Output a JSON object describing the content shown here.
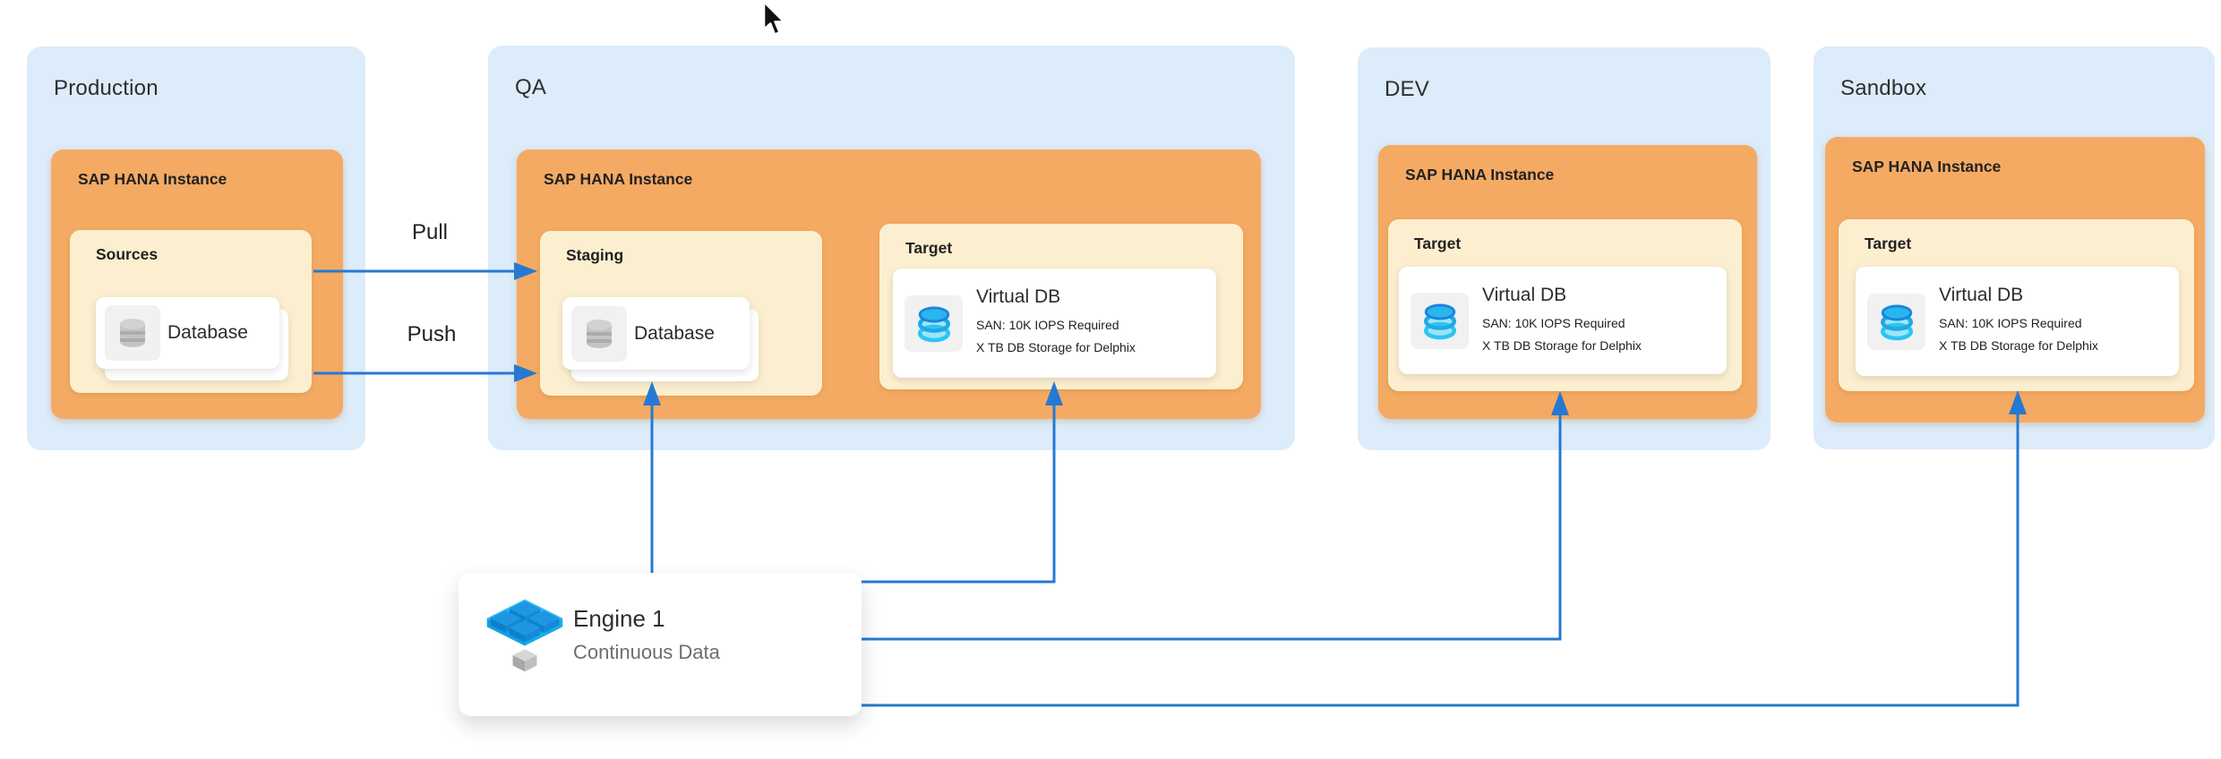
{
  "flows": {
    "pull": "Pull",
    "push": "Push"
  },
  "engine": {
    "name": "Engine 1",
    "product": "Continuous Data",
    "icon": "delphix-engine-icon"
  },
  "environments": [
    {
      "label": "Production",
      "instance": {
        "title": "SAP HANA Instance",
        "zones": [
          {
            "title": "Sources",
            "cards": [
              {
                "kind": "database",
                "icon": "database-icon",
                "title": "Database"
              }
            ]
          }
        ]
      }
    },
    {
      "label": "QA",
      "instance": {
        "title": "SAP HANA Instance",
        "zones": [
          {
            "title": "Staging",
            "cards": [
              {
                "kind": "database",
                "icon": "database-icon",
                "title": "Database"
              }
            ]
          },
          {
            "title": "Target",
            "cards": [
              {
                "kind": "virtual-db",
                "icon": "virtual-db-icon",
                "title": "Virtual DB",
                "details": [
                  "SAN: 10K IOPS Required",
                  "X TB DB Storage for Delphix"
                ]
              }
            ]
          }
        ]
      }
    },
    {
      "label": "DEV",
      "instance": {
        "title": "SAP HANA Instance",
        "zones": [
          {
            "title": "Target",
            "cards": [
              {
                "kind": "virtual-db",
                "icon": "virtual-db-icon",
                "title": "Virtual DB",
                "details": [
                  "SAN: 10K IOPS Required",
                  "X TB DB Storage for Delphix"
                ]
              }
            ]
          }
        ]
      }
    },
    {
      "label": "Sandbox",
      "instance": {
        "title": "SAP HANA Instance",
        "zones": [
          {
            "title": "Target",
            "cards": [
              {
                "kind": "virtual-db",
                "icon": "virtual-db-icon",
                "title": "Virtual DB",
                "details": [
                  "SAN: 10K IOPS Required",
                  "X TB DB Storage for Delphix"
                ]
              }
            ]
          }
        ]
      }
    }
  ],
  "palette": {
    "panel_blue": "#DCECFA",
    "instance_orange": "#F4AA63",
    "zone_cream": "#FCEFCF",
    "arrow_blue": "#2679D2",
    "card_white": "#FFFFFF",
    "icon_plate_gray": "#F1F1F2",
    "text_dark": "#2B2B2B",
    "text_gray": "#6E6E6E"
  }
}
